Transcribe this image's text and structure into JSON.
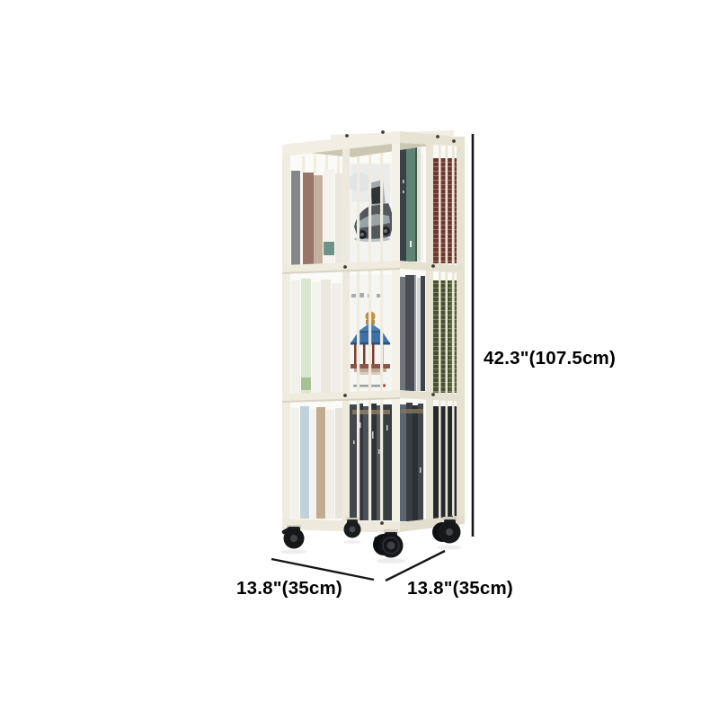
{
  "figure": {
    "type": "product-dimension-photo",
    "subject": "Three-tier rotating book display cart with slatted cage frame on caster wheels",
    "background": "#ffffff"
  },
  "dimensions": {
    "height_label": "42.3\"(107.5cm)",
    "width_label": "13.8\"(35cm)",
    "depth_label": "13.8\"(35cm)",
    "line_color": "#161616",
    "text_color": "#000000"
  },
  "product": {
    "tiers": 3,
    "frame_color": "#efece0",
    "frame_shadow_color": "#d9d4c3",
    "inner_top_color": "#cbc7b3",
    "wheel_color": "#17181a",
    "tier1_front_books": [
      "#84878a",
      "#997467",
      "#c3b1a0",
      "#f4f3ee",
      "#6e9288"
    ],
    "tier1_cover_art": "silver sports car magazine cover",
    "tier1_side_books": [
      "#3a4148",
      "#5f8473",
      "#6e382f"
    ],
    "tier2_front_books": [
      "#f1f0eb",
      "#d9e6d0",
      "#eae8df"
    ],
    "tier2_cover_art": "blue-roofed pagoda pavilion magazine cover",
    "tier2_side_books": [
      "#474d52",
      "#47522e"
    ],
    "tier3_front_books": [
      "#f2f1ec",
      "#bfd2dc",
      "#c2ab91"
    ],
    "tier3_center_books": [
      "#42474b",
      "#32373b",
      "#2e3336"
    ],
    "tier3_side_books": [
      "#26292c"
    ]
  }
}
